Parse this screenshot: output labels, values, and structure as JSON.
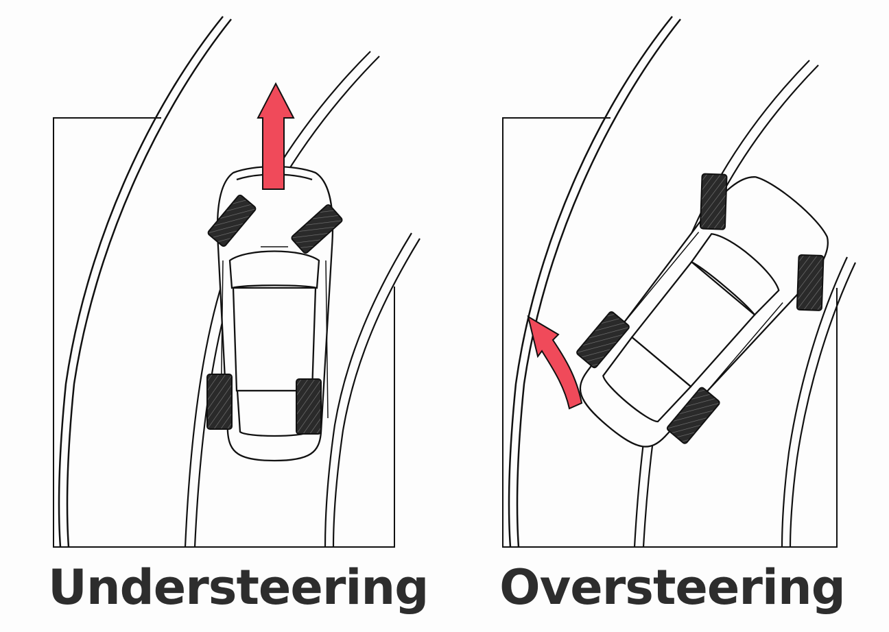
{
  "panels": [
    {
      "id": "understeer",
      "caption": "Understeering",
      "arrow_color": "#f04a5a"
    },
    {
      "id": "oversteer",
      "caption": "Oversteering",
      "arrow_color": "#f04a5a"
    }
  ],
  "colors": {
    "line": "#111111",
    "tire": "#2a2a2a",
    "text": "#2d2d2d"
  }
}
